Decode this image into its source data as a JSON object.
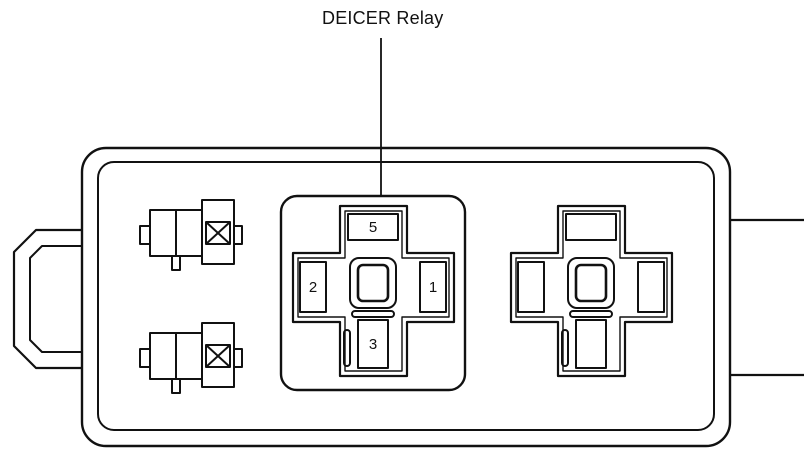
{
  "callout": {
    "label": "DEICER Relay"
  },
  "relay": {
    "pins": {
      "top": "5",
      "left": "2",
      "right": "1",
      "bottom": "3"
    }
  },
  "colors": {
    "line": "#111111",
    "background": "#ffffff"
  }
}
